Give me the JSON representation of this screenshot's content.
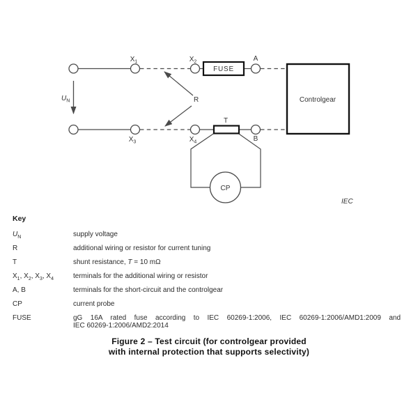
{
  "diagram": {
    "iec_mark": "IEC",
    "supply_label": {
      "main": "U",
      "sub": "N"
    },
    "terminals": {
      "x1": {
        "main": "X",
        "sub": "1"
      },
      "x2": {
        "main": "X",
        "sub": "2"
      },
      "x3": {
        "main": "X",
        "sub": "3"
      },
      "x4": {
        "main": "X",
        "sub": "4"
      },
      "a": "A",
      "b": "B"
    },
    "components": {
      "fuse": "FUSE",
      "controlgear": "Controlgear",
      "shunt": "T",
      "resistor": "R",
      "current_probe": "CP"
    },
    "colors": {
      "wire": "#4a4a4a",
      "box_border": "#111111",
      "text": "#333333",
      "iec_gray": "#707070"
    }
  },
  "key": {
    "heading": "Key",
    "rows": [
      {
        "term_main": "U",
        "term_sub": "N",
        "def": "supply voltage"
      },
      {
        "term": "R",
        "def": "additional wiring or resistor for current tuning"
      },
      {
        "term": "T",
        "def_pre": "shunt resistance, ",
        "def_it": "T",
        "def_post": " = 10 mΩ"
      },
      {
        "t1": "X",
        "s1": "1",
        "t2": ", X",
        "s2": "2",
        "t3": ", X",
        "s3": "3",
        "t4": ", X",
        "s4": "4",
        "def": "terminals for the additional wiring or resistor"
      },
      {
        "term": "A, B",
        "def": "terminals for the short-circuit and the controlgear"
      },
      {
        "term": "CP",
        "def": "current probe"
      },
      {
        "term": "FUSE",
        "def_line1": "gG 16A rated fuse according to IEC 60269-1:2006, IEC 60269-1:2006/AMD1:2009 and",
        "def_line2": "IEC 60269-1:2006/AMD2:2014"
      }
    ]
  },
  "caption": {
    "line1": "Figure 2 – Test circuit (for controlgear provided",
    "line2": "with internal protection that supports selectivity)"
  }
}
